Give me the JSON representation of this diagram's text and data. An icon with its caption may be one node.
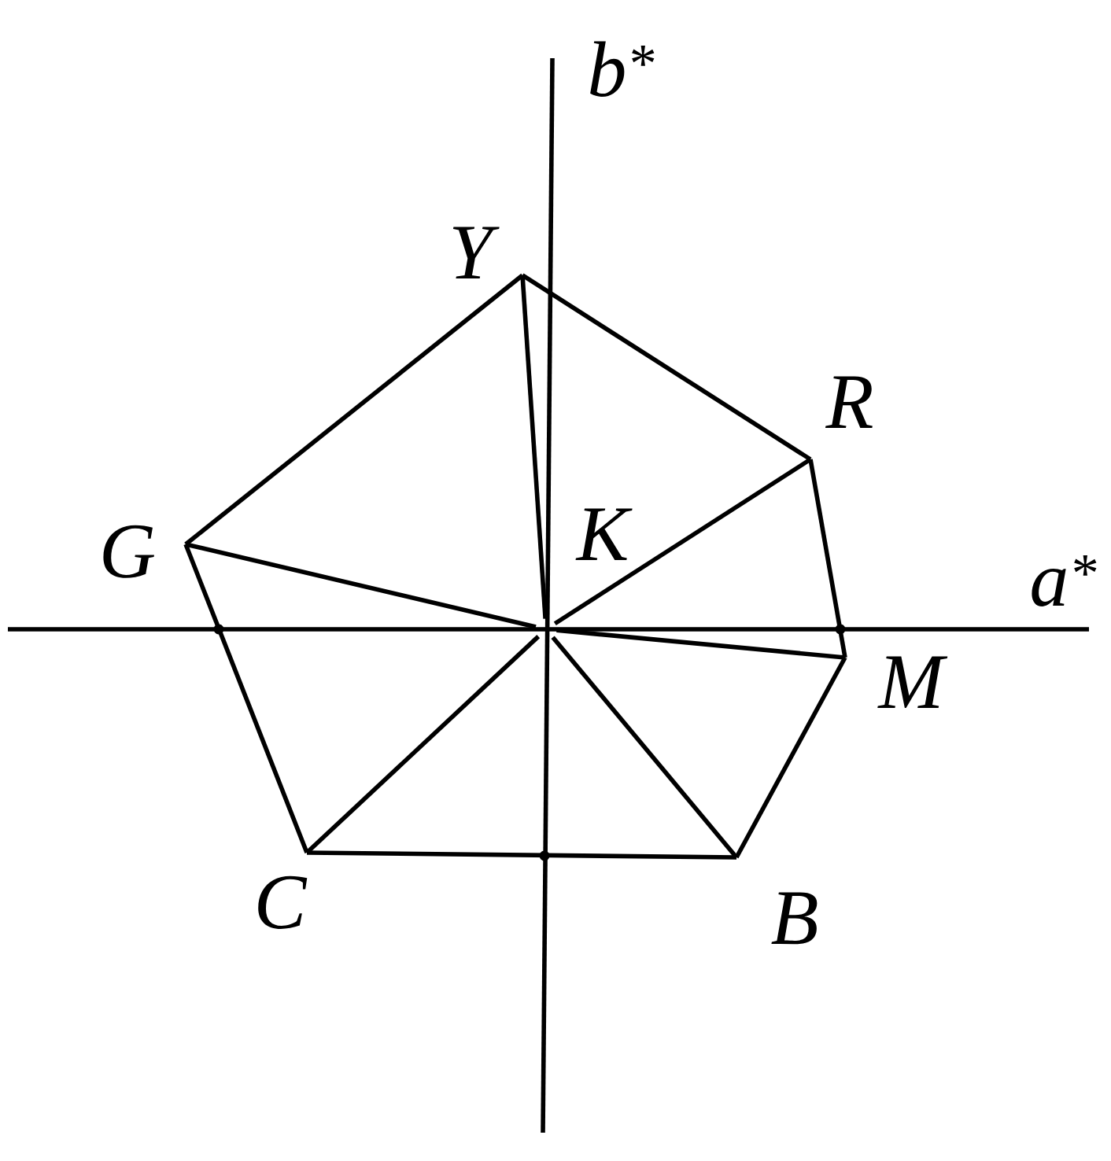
{
  "diagram": {
    "nodes": [
      {
        "text": [
          "Y"
        ]
      },
      {
        "text": [
          "R"
        ]
      },
      {
        "text": [
          "G"
        ]
      },
      {
        "text": [
          "K"
        ]
      },
      {
        "text": [
          "M"
        ]
      },
      {
        "text": [
          "C"
        ]
      },
      {
        "text": [
          "B"
        ]
      }
    ],
    "edges": [
      {
        "from": 0,
        "to": 1,
        "arrow": "none"
      },
      {
        "from": 1,
        "to": 4,
        "arrow": "none"
      },
      {
        "from": 4,
        "to": 6,
        "arrow": "none"
      },
      {
        "from": 6,
        "to": 5,
        "arrow": "none"
      },
      {
        "from": 5,
        "to": 2,
        "arrow": "none"
      },
      {
        "from": 2,
        "to": 0,
        "arrow": "none"
      },
      {
        "from": 3,
        "to": 0,
        "arrow": "none"
      },
      {
        "from": 3,
        "to": 1,
        "arrow": "none"
      },
      {
        "from": 3,
        "to": 2,
        "arrow": "none"
      },
      {
        "from": 3,
        "to": 4,
        "arrow": "none"
      },
      {
        "from": 3,
        "to": 5,
        "arrow": "none"
      },
      {
        "from": 3,
        "to": 6,
        "arrow": "none"
      }
    ],
    "labels": [
      "b$^{*}$",
      "a$^{*}$"
    ]
  }
}
